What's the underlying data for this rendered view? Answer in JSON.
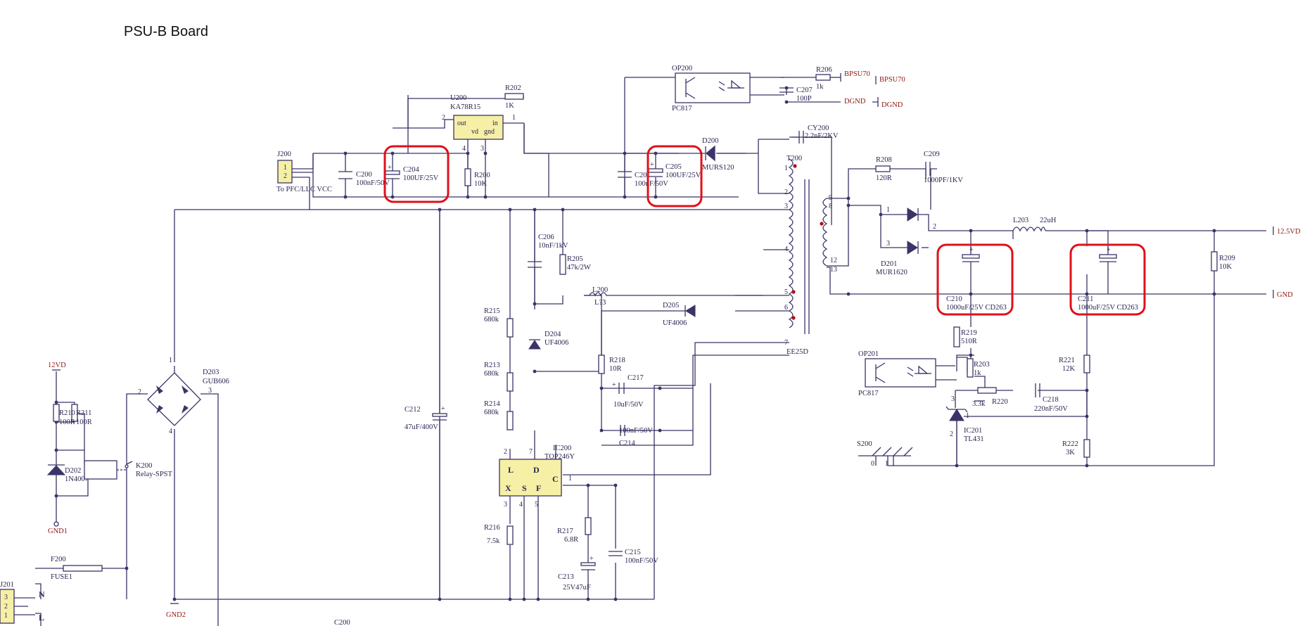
{
  "title": "PSU-B Board",
  "components": {
    "j200": {
      "ref": "J200",
      "desc": "To PFC/LLC VCC",
      "p1": "1",
      "p2": "2"
    },
    "c200": {
      "ref": "C200",
      "value": "100nF/50V"
    },
    "c204": {
      "ref": "C204",
      "value": "100UF/25V"
    },
    "u200": {
      "ref": "U200",
      "value": "KA78R15",
      "out": "out",
      "vd": "vd",
      "gnd": "gnd",
      "in": "in",
      "p2": "2",
      "p4": "4",
      "p3": "3",
      "p1": "1"
    },
    "r200": {
      "ref": "R200",
      "value": "10K"
    },
    "r202": {
      "ref": "R202",
      "value": "1K"
    },
    "op200": {
      "ref": "OP200",
      "value": "PC817"
    },
    "r206": {
      "ref": "R206",
      "value": "1k"
    },
    "c207": {
      "ref": "C207",
      "value": "100P"
    },
    "c201": {
      "ref": "C20",
      "value": "100nF/50V"
    },
    "c205": {
      "ref": "C205",
      "value": "100UF/25V"
    },
    "d200": {
      "ref": "D200",
      "value": "MURS120"
    },
    "cy200": {
      "ref": "CY200",
      "value": "2.2nF/2KV"
    },
    "t200": {
      "ref": "T200",
      "value": "EE25D",
      "p1": "1",
      "p2": "2",
      "p3": "3",
      "p4": "4",
      "p5": "5",
      "p6": "6",
      "p7": "7",
      "p8": "8",
      "p9": "9",
      "p12": "12",
      "p13": "13"
    },
    "r208": {
      "ref": "R208",
      "value": "120R"
    },
    "c209": {
      "ref": "C209",
      "value": "1000PF/1KV"
    },
    "d201": {
      "ref": "D201",
      "value": "MUR1620",
      "p1": "1",
      "p2": "2",
      "p3": "3"
    },
    "l203": {
      "ref": "L203",
      "value": "22uH"
    },
    "c210": {
      "ref": "C210",
      "value": "1000uF/25V CD263"
    },
    "c211": {
      "ref": "C211",
      "value": "1000uF/25V CD263"
    },
    "r209": {
      "ref": "R209",
      "value": "10K"
    },
    "c206": {
      "ref": "C206",
      "value": "10nF/1kV"
    },
    "r205": {
      "ref": "R205",
      "value": "47k/2W"
    },
    "l200": {
      "ref": "L200",
      "value": "L?3"
    },
    "d205": {
      "ref": "D205",
      "value": "UF4006"
    },
    "d204": {
      "ref": "D204",
      "value": "UF4006"
    },
    "r215": {
      "ref": "R215",
      "value": "680k"
    },
    "r213": {
      "ref": "R213",
      "value": "680k"
    },
    "r214": {
      "ref": "R214",
      "value": "680k"
    },
    "r218": {
      "ref": "R218",
      "value": "10R"
    },
    "c217": {
      "ref": "C217",
      "value": "10uF/50V"
    },
    "c214": {
      "ref": "C214",
      "value": "100nF/50V"
    },
    "c212": {
      "ref": "C212",
      "value": "47uF/400V"
    },
    "ic200": {
      "ref": "IC200",
      "value": "TOP246Y",
      "x": "X",
      "l": "L",
      "d": "D",
      "s": "S",
      "f": "F",
      "cpin": "C",
      "p1": "1",
      "p2": "2",
      "p3": "3",
      "p4": "4",
      "p5": "5",
      "p7": "7"
    },
    "r216": {
      "ref": "R216",
      "value": "7.5k"
    },
    "r217": {
      "ref": "R217",
      "value": "6.8R"
    },
    "c213": {
      "ref": "C213",
      "value": "25V47uF"
    },
    "c215": {
      "ref": "C215",
      "value": "100nF/50V"
    },
    "op201": {
      "ref": "OP201",
      "value": "PC817"
    },
    "r219": {
      "ref": "R219",
      "value": "510R"
    },
    "r203": {
      "ref": "R203",
      "value": "1k"
    },
    "r221": {
      "ref": "R221",
      "value": "12K"
    },
    "r220": {
      "ref": "R220",
      "value": "3.3k"
    },
    "c218": {
      "ref": "C218",
      "value": "220nF/50V"
    },
    "ic201": {
      "ref": "IC201",
      "value": "TL431",
      "p1": "1",
      "p2": "2",
      "p3": "3"
    },
    "r222": {
      "ref": "R222",
      "value": "3K"
    },
    "s200": {
      "ref": "S200",
      "p0": "0",
      "p1": "1"
    },
    "r210": {
      "ref": "R210",
      "value": "100R"
    },
    "r211": {
      "ref": "R211",
      "value": "100R"
    },
    "d202": {
      "ref": "D202",
      "value": "1N4007"
    },
    "k200": {
      "ref": "K200",
      "value": "Relay-SPST"
    },
    "d203": {
      "ref": "D203",
      "value": "GUB606",
      "p1": "1",
      "p2": "2",
      "p3": "3",
      "p4": "4"
    },
    "f200": {
      "ref": "F200",
      "value": "FUSE1"
    },
    "j201": {
      "ref": "J201",
      "p3": "3",
      "p2": "2",
      "p1": "1",
      "n": "N",
      "l": "L"
    },
    "c208": {
      "ref": "C200"
    }
  },
  "nets": {
    "bpsu70a": "BPSU70",
    "bpsu70b": "BPSU70",
    "dgnda": "DGND",
    "dgndb": "DGND",
    "v125": "12.5VD",
    "gnd": "GND",
    "v12": "12VD",
    "gnd1": "GND1",
    "gnd2": "GND2"
  }
}
